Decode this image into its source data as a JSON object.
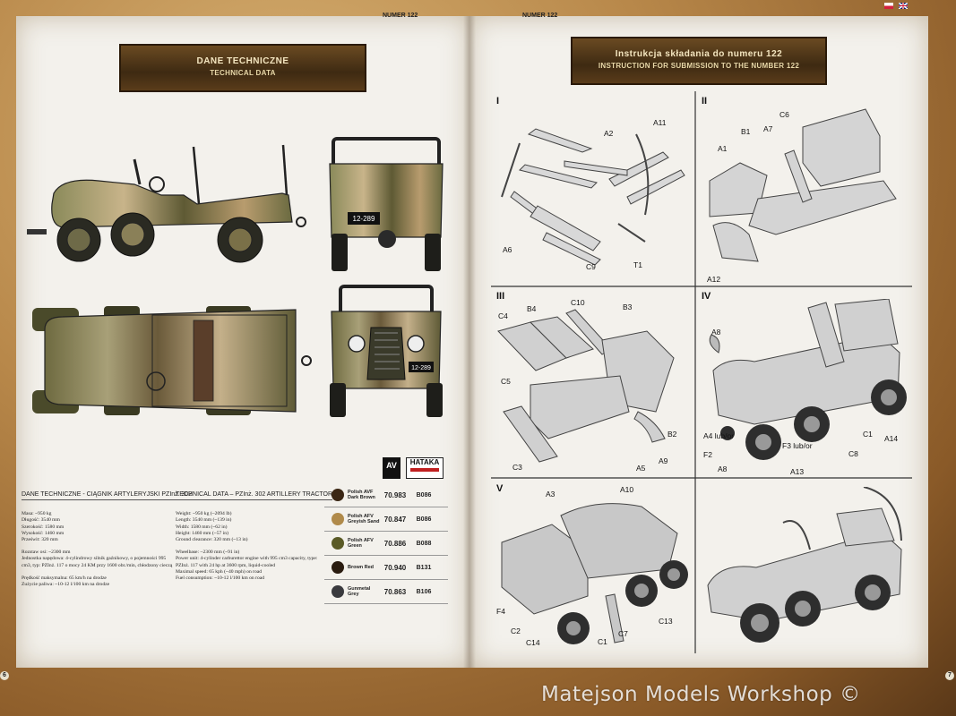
{
  "header": {
    "page_number_left": "NUMER 122",
    "page_number_right": "NUMER 122"
  },
  "left_banner": {
    "title_pl": "DANE TECHNICZNE",
    "title_en": "TECHNICAL DATA"
  },
  "right_banner": {
    "title_pl": "Instrukcja składania do numeru 122",
    "title_en": "INSTRUCTION FOR SUBMISSION TO THE NUMBER 122"
  },
  "plates": {
    "rear": "12-289",
    "front": "12-289"
  },
  "specs_pl": {
    "title": "DANE TECHNICZNE - CIĄGNIK ARTYLERYJSKI PZInż. 302",
    "rows": [
      "Masa: ~950 kg",
      "Długość: 3540 mm",
      "Szerokość: 1580 mm",
      "Wysokość: 1460 mm",
      "Prześwit: 320 mm"
    ],
    "rows2": [
      "Rozstaw osi: ~2300 mm",
      "Jednostka napędowa: 4-cylindrowy silnik gaźnikowy, o pojemności 995",
      "cm3, typ: PZInż. 117 o mocy 24 KM przy 1600 obr./min, chłodzony cieczą"
    ],
    "rows3": [
      "Prędkość maksymalna: 65 km/h na drodze",
      "Zużycie paliwa: ~10-12 l/100 km na drodze"
    ]
  },
  "specs_en": {
    "title": "TECHNICAL DATA – PZInż. 302 ARTILLERY TRACTOR",
    "rows": [
      "Weight: ~950 kg (~2094 lb)",
      "Length: 3540 mm (~139 in)",
      "Width: 1580 mm (~62 in)",
      "Height: 1460 mm (~57 in)",
      "Ground clearance: 320 mm (~13 in)"
    ],
    "rows2": [
      "Wheelbase: ~2300 mm (~91 in)",
      "Power unit: 4-cylinder carburettor engine with 995 cm3 capacity, type:",
      "PZInż. 117 with 24 hp at 3600 rpm, liquid-cooled",
      "Maximal speed: 65 kph (~40 mph) on road",
      "Fuel consumption: ~10-12 l/100 km on road"
    ]
  },
  "logos": {
    "av": "AV",
    "hataka": "HATAKA"
  },
  "paints": [
    {
      "name": "Polish AVF Dark Brown",
      "code": "70.983",
      "hataka": "B086",
      "color": "#3a2614"
    },
    {
      "name": "Polish AFV Greyish Sand",
      "code": "70.847",
      "hataka": "B086",
      "color": "#b08a4a"
    },
    {
      "name": "Polish AFV Green",
      "code": "70.886",
      "hataka": "B088",
      "color": "#5a5a26"
    },
    {
      "name": "Brown Red",
      "code": "70.940",
      "hataka": "B131",
      "color": "#2a1c10"
    },
    {
      "name": "Gunmetal Grey",
      "code": "70.863",
      "hataka": "B106",
      "color": "#3a3a3e"
    }
  ],
  "steps": [
    {
      "num": "I",
      "labels": [
        "A2",
        "A11",
        "A6",
        "C9",
        "T1"
      ]
    },
    {
      "num": "II",
      "labels": [
        "C6",
        "B1",
        "A7",
        "A1",
        "A12"
      ]
    },
    {
      "num": "III",
      "labels": [
        "C10",
        "B4",
        "B3",
        "C4",
        "C5",
        "B2",
        "A9",
        "A5",
        "C3"
      ]
    },
    {
      "num": "IV",
      "labels": [
        "A8",
        "C1",
        "A14",
        "A4 lub/or",
        "F2",
        "F3 lub/or",
        "A8",
        "A13",
        "C8"
      ]
    },
    {
      "num": "V",
      "labels": [
        "A3",
        "A10",
        "F4",
        "C2",
        "C14",
        "C1",
        "C7",
        "C13"
      ]
    }
  ],
  "page_numbers": {
    "left": "6",
    "right": "7"
  },
  "watermark": "Matejson Models Workshop ©",
  "colors": {
    "banner": "#4a3218",
    "page": "#f3f1ec",
    "border": "#8a5a28"
  }
}
